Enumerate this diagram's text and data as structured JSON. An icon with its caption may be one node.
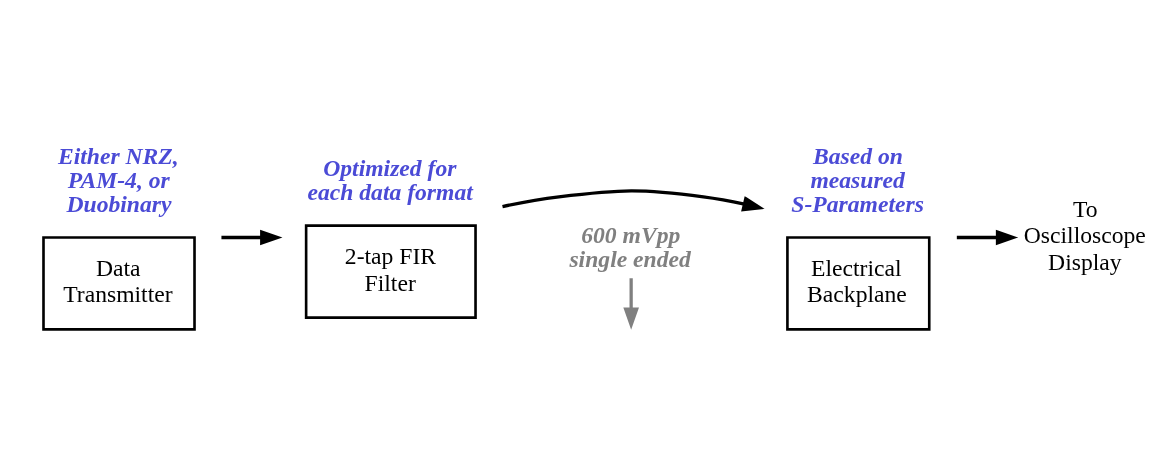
{
  "diagram": {
    "nodes": [
      {
        "text": [
          "Data Transmitter"
        ],
        "beside": [
          "Either NRZ, PAM-4, or Duobinary"
        ]
      },
      {
        "text": [
          "2-tap FIR Filter"
        ],
        "beside": [
          "Optimized for each data format"
        ]
      },
      {
        "text": [
          "Electrical Backplane"
        ],
        "beside": [
          "Based on measured S-Parameters"
        ]
      },
      {
        "text": [
          "To Oscilloscope Display"
        ]
      },
      {
        "text": [
          "600 mVpp single ended"
        ]
      }
    ],
    "edges": [
      {
        "from": 0,
        "to": 1,
        "arrow": "to"
      },
      {
        "from": 1,
        "to": 2,
        "arrow": "to"
      },
      {
        "from": 2,
        "to": 3,
        "arrow": "to"
      },
      {
        "from": 4,
        "to": null,
        "arrow": "to",
        "color": "#808080"
      }
    ]
  }
}
